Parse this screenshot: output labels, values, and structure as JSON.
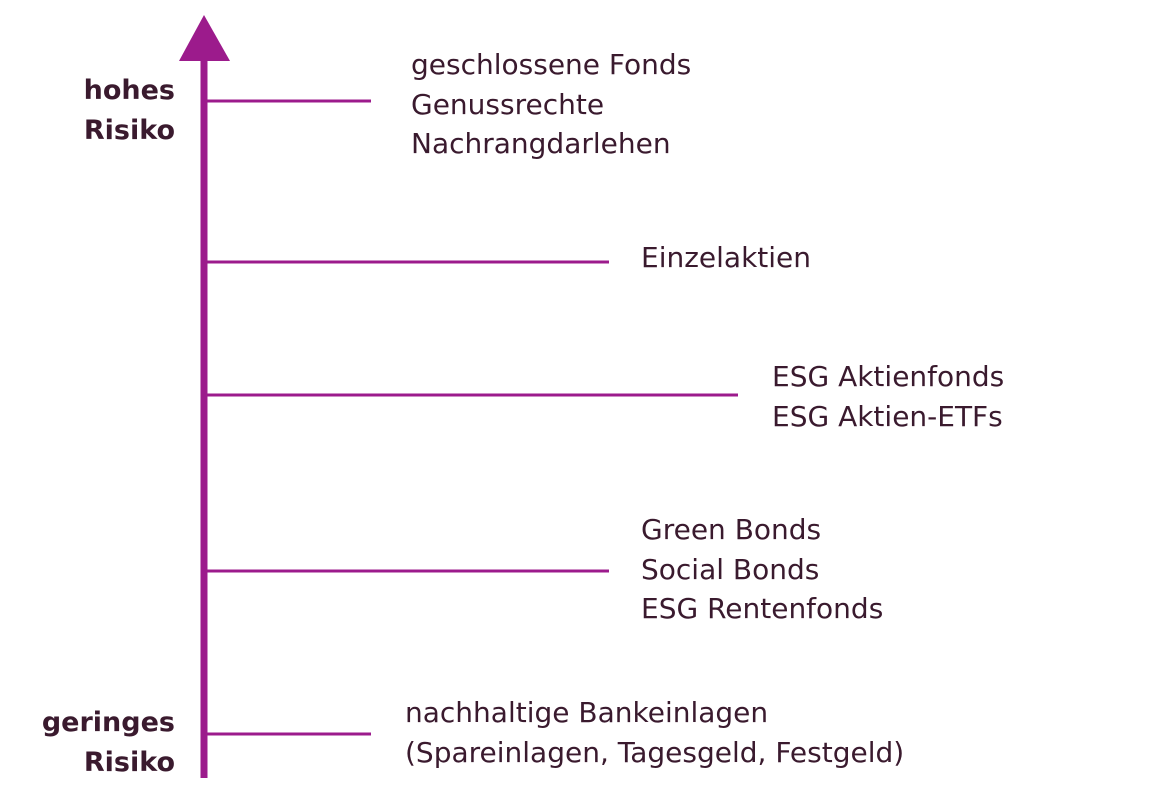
{
  "colors": {
    "accent": "#9c1b8c",
    "text": "#3a1a2e"
  },
  "axis": {
    "high_label": [
      "hohes",
      "Risiko"
    ],
    "low_label": [
      "geringes",
      "Risiko"
    ]
  },
  "levels": [
    {
      "items": [
        "geschlossene Fonds",
        "Genussrechte",
        "Nachrangdarlehen"
      ]
    },
    {
      "items": [
        "Einzelaktien"
      ]
    },
    {
      "items": [
        "ESG Aktienfonds",
        "ESG Aktien-ETFs"
      ]
    },
    {
      "items": [
        "Green Bonds",
        "Social Bonds",
        "ESG Rentenfonds"
      ]
    },
    {
      "items": [
        "nachhaltige Bankeinlagen",
        "(Spareinlagen, Tagesgeld, Festgeld)"
      ]
    }
  ]
}
